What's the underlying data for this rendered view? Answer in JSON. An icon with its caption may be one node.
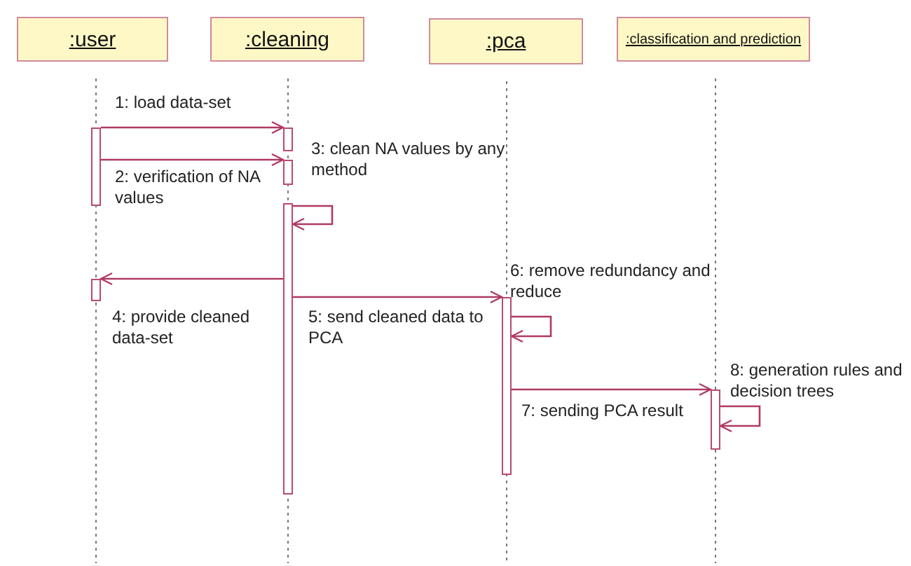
{
  "diagram": {
    "nodes": [
      {
        "text": [
          ":user"
        ]
      },
      {
        "text": [
          ":cleaning"
        ]
      },
      {
        "text": [
          ":pca"
        ]
      },
      {
        "text": [
          ":classification and prediction"
        ]
      },
      {
        "text": [],
        "shape": "bar"
      },
      {
        "text": [],
        "shape": "bar"
      },
      {
        "text": [],
        "shape": "bar"
      },
      {
        "text": [],
        "shape": "bar"
      },
      {
        "text": [],
        "shape": "bar"
      },
      {
        "text": [],
        "shape": "bar"
      },
      {
        "text": [],
        "shape": "bar"
      }
    ],
    "edges": [
      {
        "from": 4,
        "to": 5,
        "arrow": "to",
        "label": "1: load data-set"
      },
      {
        "from": 4,
        "to": 6,
        "arrow": "to",
        "label": "2: verification of NA values"
      },
      {
        "from": 7,
        "to": 7,
        "arrow": "to",
        "label": "3: clean NA values by any method"
      },
      {
        "from": 7,
        "to": 8,
        "arrow": "to",
        "label": "4: provide cleaned data-set"
      },
      {
        "from": 7,
        "to": 9,
        "arrow": "to",
        "label": "5: send cleaned data to PCA"
      },
      {
        "from": 9,
        "to": 9,
        "arrow": "to",
        "label": "6: remove redundancy and reduce"
      },
      {
        "from": 9,
        "to": 10,
        "arrow": "to",
        "label": "7: sending PCA result"
      },
      {
        "from": 10,
        "to": 10,
        "arrow": "to",
        "label": "8: generation rules and decision trees"
      }
    ]
  }
}
